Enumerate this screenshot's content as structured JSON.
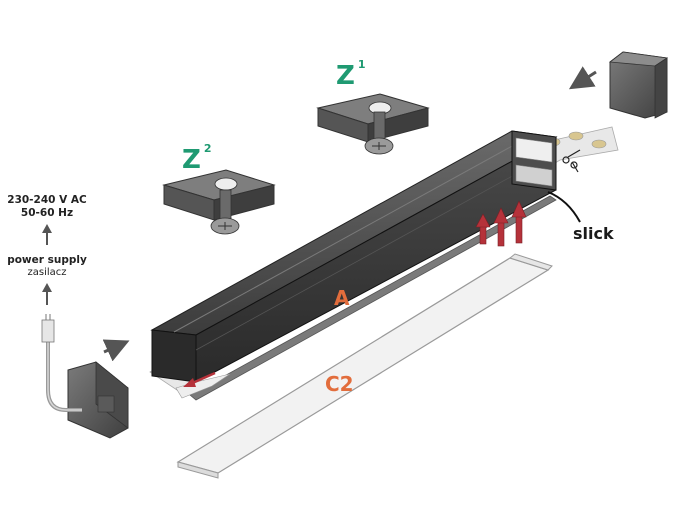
{
  "labels": {
    "z1": "Z",
    "z1_sup": "1",
    "z2": "Z",
    "z2_sup": "2",
    "a": "A",
    "c2": "C2",
    "voltage": "230-240 V AC",
    "frequency": "50-60 Hz",
    "power_supply": "power supply",
    "zasilacz": "zasilacz",
    "brand": "slick"
  },
  "colors": {
    "accent_green": "#1f9a72",
    "accent_orange": "#e26d3c",
    "profile_dark": "#3a3a3a",
    "arrow_red": "#b5323a"
  }
}
